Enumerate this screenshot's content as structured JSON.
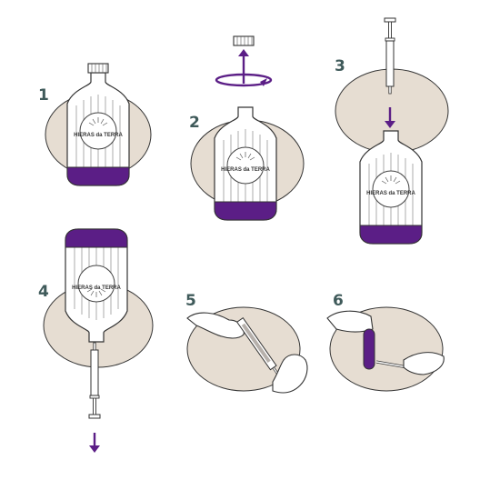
{
  "brand": {
    "label": "HIERAS da TERRA"
  },
  "colors": {
    "disc": "#e6ddd2",
    "accent": "#5b1e86",
    "stroke": "#333333",
    "step_number": "#3f5a5a"
  },
  "steps": [
    {
      "number": "1"
    },
    {
      "number": "2"
    },
    {
      "number": "3"
    },
    {
      "number": "4"
    },
    {
      "number": "5"
    },
    {
      "number": "6"
    }
  ]
}
